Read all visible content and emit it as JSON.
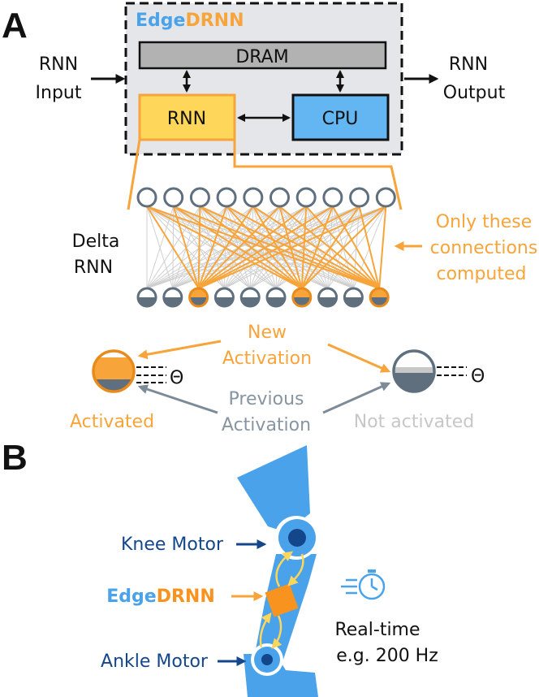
{
  "colors": {
    "orange": "#f7a43a",
    "orange_dark": "#e98a1c",
    "blue_light": "#4aa3ea",
    "blue_box": "#63b6f2",
    "navy": "#14468c",
    "slate": "#5f6f7d",
    "slate_text": "#8795a3",
    "grey_text": "#c7c7c7",
    "dram": "#b2b2b2",
    "yellow": "#fdd65a",
    "chip_bg": "#e5e6ea"
  },
  "panel_a": {
    "letter": "A",
    "title_edge": "Edge",
    "title_drnn": "DRNN",
    "dram_label": "DRAM",
    "rnn_label": "RNN",
    "cpu_label": "CPU",
    "input_line1": "RNN",
    "input_line2": "Input",
    "output_line1": "RNN",
    "output_line2": "Output",
    "delta_line1": "Delta",
    "delta_line2": "RNN",
    "note_line1": "Only these",
    "note_line2": "connections",
    "note_line3": "computed",
    "new_line1": "New",
    "new_line2": "Activation",
    "prev_line1": "Previous",
    "prev_line2": "Activation",
    "threshold_symbol": "Θ",
    "activated_label": "Activated",
    "not_activated_label": "Not activated",
    "bottom_layer_states": [
      "inactive",
      "inactive",
      "active",
      "inactive",
      "inactive",
      "inactive",
      "active",
      "inactive",
      "inactive",
      "active"
    ]
  },
  "panel_b": {
    "letter": "B",
    "knee_label": "Knee Motor",
    "edge_label": "Edge",
    "drnn_label": "DRNN",
    "ankle_label": "Ankle Motor",
    "realtime_line1": "Real-time",
    "realtime_line2": "e.g. 200 Hz",
    "timer_icon": "stopwatch-icon"
  }
}
